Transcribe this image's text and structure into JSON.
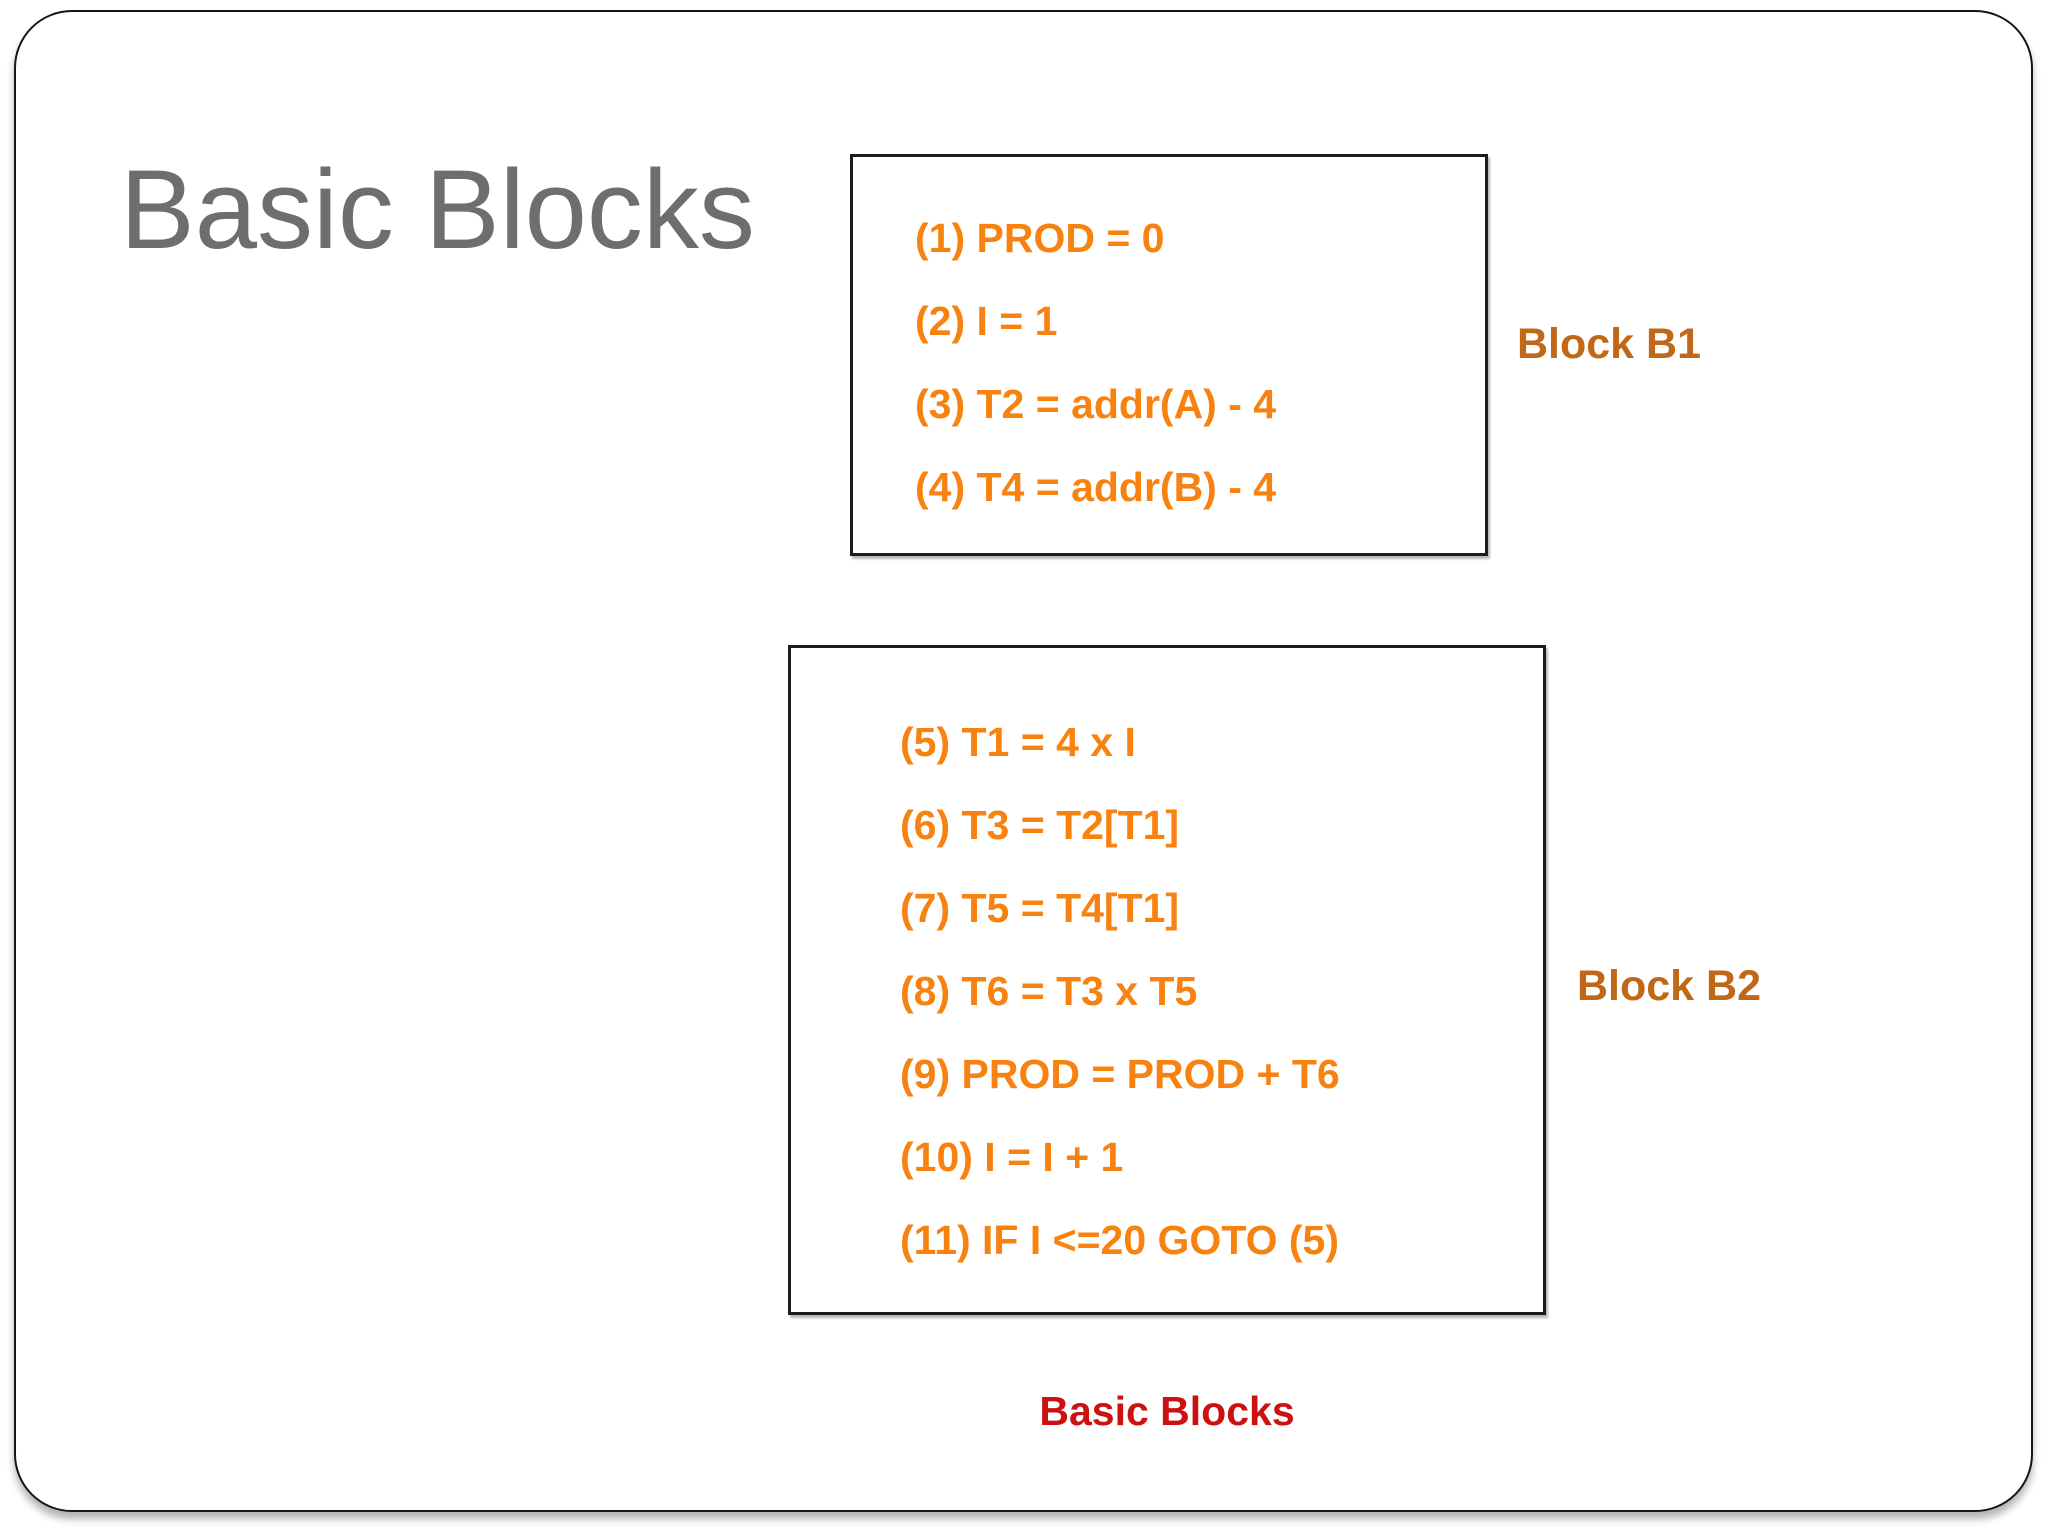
{
  "slide": {
    "title": "Basic Blocks",
    "caption": "Basic Blocks"
  },
  "colors": {
    "title_gray": "#6E6E6E",
    "code_orange": "#F8820F",
    "block_label_brown": "#C06818",
    "caption_red": "#CC1111",
    "box_border_black": "#1C1C1C"
  },
  "blocks": [
    {
      "id": "B1",
      "label": "Block B1",
      "lines": [
        "(1) PROD = 0",
        "(2) I = 1",
        "(3) T2 = addr(A) - 4",
        "(4) T4 = addr(B) - 4"
      ]
    },
    {
      "id": "B2",
      "label": "Block B2",
      "lines": [
        "(5) T1 = 4 x I",
        "(6) T3 = T2[T1]",
        "(7) T5 = T4[T1]",
        "(8) T6 = T3 x T5",
        "(9) PROD = PROD + T6",
        "(10) I = I + 1",
        "(11) IF I <=20 GOTO (5)"
      ]
    }
  ]
}
